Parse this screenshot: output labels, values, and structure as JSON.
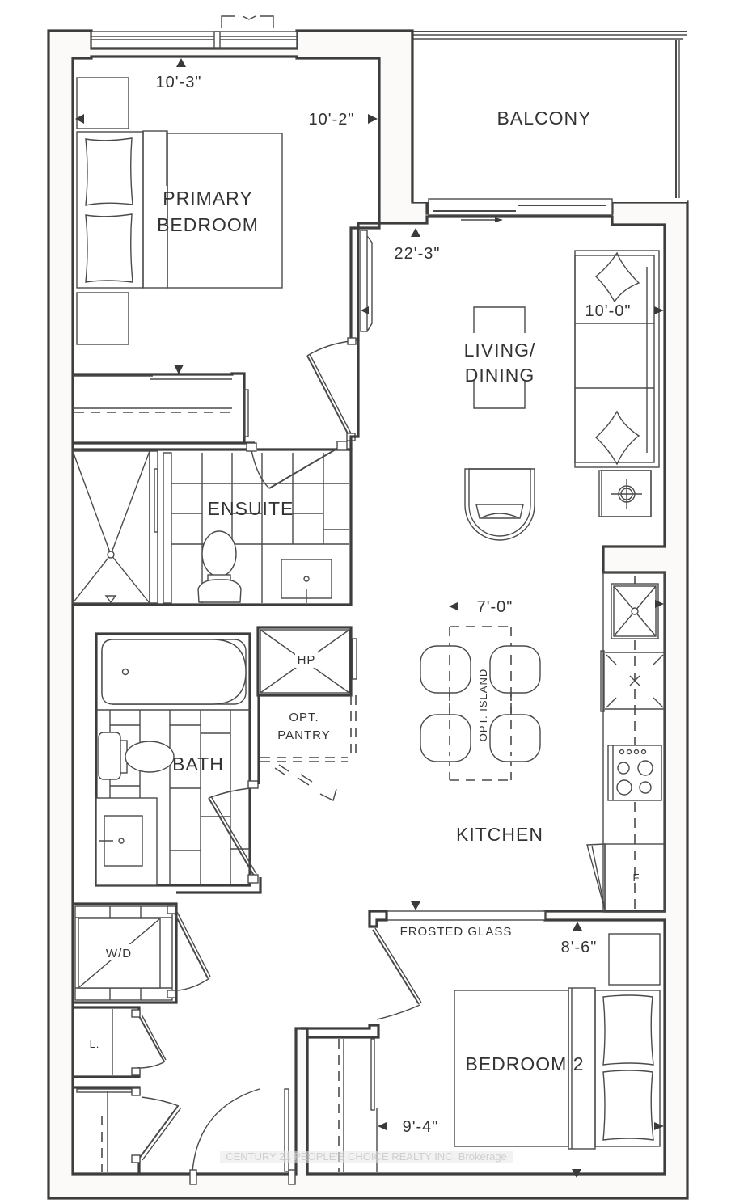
{
  "floorplan": {
    "rooms": {
      "balcony": "BALCONY",
      "primary_bedroom_line1": "PRIMARY",
      "primary_bedroom_line2": "BEDROOM",
      "living_line1": "LIVING/",
      "living_line2": "DINING",
      "ensuite": "ENSUITE",
      "bath": "BATH",
      "kitchen": "KITCHEN",
      "bedroom2": "BEDROOM 2"
    },
    "dimensions": {
      "primary_width": "10'-3\"",
      "primary_length": "10'-2\"",
      "living_length": "22'-3\"",
      "living_width": "10'-0\"",
      "kitchen_width": "7'-0\"",
      "bedroom2_width": "8'-6\"",
      "bedroom2_length": "9'-4\""
    },
    "fixtures": {
      "heat_pump": "HP",
      "opt_pantry_line1": "OPT.",
      "opt_pantry_line2": "PANTRY",
      "opt_island": "OPT. ISLAND",
      "fridge": "F",
      "washer_dryer": "W/D",
      "linen": "L.",
      "frosted_glass": "FROSTED GLASS"
    },
    "watermark": "CENTURY 21 PEOPLE'S CHOICE REALTY INC. Brokerage",
    "colors": {
      "line": "#3d3d3d",
      "wall_fill": "#fbfaf8",
      "background": "#ffffff"
    }
  }
}
